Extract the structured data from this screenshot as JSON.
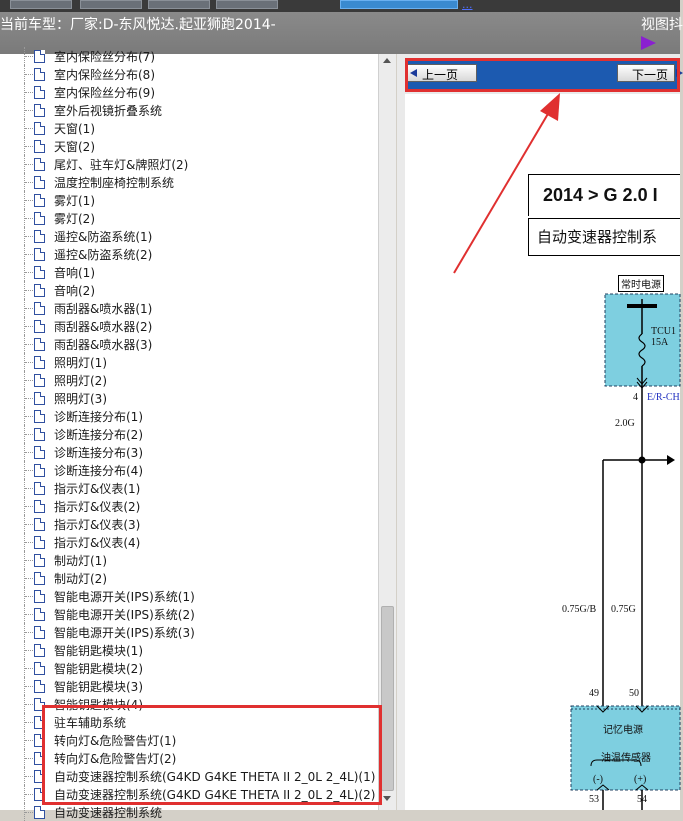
{
  "titlebar": {
    "car_model": "当前车型：厂家:D-东风悦达.起亚狮跑2014-",
    "view_label": "视图抖",
    "top_link": "..."
  },
  "tree": {
    "items": [
      "室内保险丝分布(7)",
      "室内保险丝分布(8)",
      "室内保险丝分布(9)",
      "室外后视镜折叠系统",
      "天窗(1)",
      "天窗(2)",
      "尾灯、驻车灯&牌照灯(2)",
      "温度控制座椅控制系统",
      "雾灯(1)",
      "雾灯(2)",
      "遥控&防盗系统(1)",
      "遥控&防盗系统(2)",
      "音响(1)",
      "音响(2)",
      "雨刮器&喷水器(1)",
      "雨刮器&喷水器(2)",
      "雨刮器&喷水器(3)",
      "照明灯(1)",
      "照明灯(2)",
      "照明灯(3)",
      "诊断连接分布(1)",
      "诊断连接分布(2)",
      "诊断连接分布(3)",
      "诊断连接分布(4)",
      "指示灯&仪表(1)",
      "指示灯&仪表(2)",
      "指示灯&仪表(3)",
      "指示灯&仪表(4)",
      "制动灯(1)",
      "制动灯(2)",
      "智能电源开关(IPS)系统(1)",
      "智能电源开关(IPS)系统(2)",
      "智能电源开关(IPS)系统(3)",
      "智能钥匙模块(1)",
      "智能钥匙模块(2)",
      "智能钥匙模块(3)",
      "智能钥匙模块(4)",
      "驻车辅助系统",
      "转向灯&危险警告灯(1)",
      "转向灯&危险警告灯(2)",
      "自动变速器控制系统(G4KD G4KE THETA II 2_0L 2_4L)(1)",
      "自动变速器控制系统(G4KD G4KE THETA II 2_0L 2_4L)(2)",
      "自动变速器控制系统"
    ]
  },
  "nav": {
    "prev_label": "上一页",
    "next_label": "下一页"
  },
  "document": {
    "page_header": "2014 > G 2.0 I",
    "section_title": "自动变速器控制系",
    "schematic": {
      "power_label": "常时电源",
      "fuse_name": "TCU1",
      "fuse_rating": "15A",
      "pin_4": "4",
      "wire_4": "E/R-CH",
      "wire_20g": "2.0G",
      "wire_075gb": "0.75G/B",
      "wire_075g": "0.75G",
      "pin_49": "49",
      "pin_50": "50",
      "memory_power": "记忆电源",
      "oil_temp_sensor": "油温传感器",
      "minus": "(-)",
      "plus": "(+)",
      "pin_53": "53",
      "pin_54": "54"
    }
  },
  "colors": {
    "selection_red": "#e03030",
    "nav_blue": "#1c5ab0",
    "module_cyan": "#7ecfe0",
    "arrow_red": "#e03030"
  }
}
